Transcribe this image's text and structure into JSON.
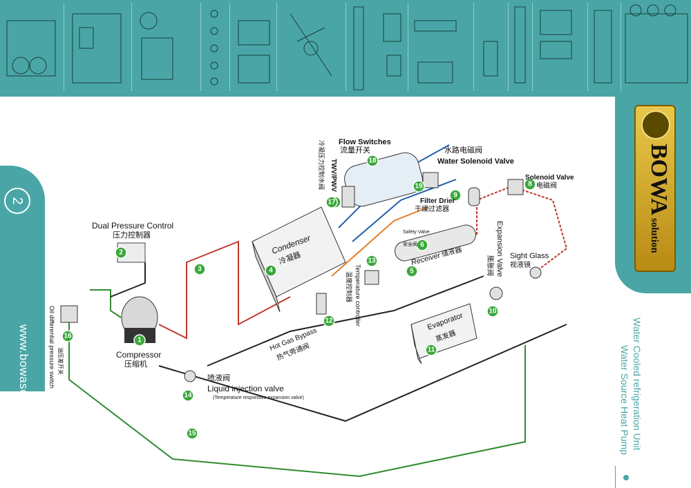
{
  "page": {
    "number": "2",
    "website": "www.bowasolution.com"
  },
  "brand": {
    "name": "BOWA",
    "suffix": "solution"
  },
  "side_titles": [
    "Water Cooled refrigeration Unit",
    "Water Source Heat Pump"
  ],
  "colors": {
    "teal": "#4aa6a6",
    "green_pipe": "#2e8b2e",
    "red_pipe": "#c0392b",
    "orange_pipe": "#e67e22",
    "blue_pipe": "#1f5fa8"
  },
  "labels": {
    "compressor_en": "Compressor",
    "compressor_cn": "压缩机",
    "dpc_en": "Dual Pressure Control",
    "dpc_cn": "压力控制器",
    "condenser_en": "Condenser",
    "condenser_cn": "冷凝器",
    "receiver_en": "Receiver",
    "receiver_cn": "储液器",
    "evaporator_en": "Evaporator",
    "evaporator_cn": "蒸发器",
    "flow_en": "Flow Switches",
    "flow_cn": "流量开关",
    "wsv_cn": "水路电磁阀",
    "wsv_en": "Water Solenoid Valve",
    "filter_en": "Filter Drier",
    "filter_cn": "干燥过滤器",
    "sv_en": "Solenoid Valve",
    "sv_cn": "电磁阀",
    "ev_en": "Expansion Valve",
    "ev_cn": "膨胀阀",
    "sg_en": "Sight Glass",
    "sg_cn": "视液镜",
    "twv_en": "TWV/PWV",
    "twv_cn": "冷凝压力控制水阀",
    "safety_en": "Safety Valve",
    "safety_cn": "安全阀",
    "tc_en": "Temperature controller",
    "tc_cn": "温度控制器",
    "hgb_en": "Hot Gas Bypass",
    "hgb_cn": "热气旁通阀",
    "liv_cn": "喷液阀",
    "liv_en": "Liquid injection valve",
    "liv_sub": "(Temperature responsive expansion valve)",
    "oil_en": "Oil differential pressure switch",
    "oil_cn": "油压差开关"
  },
  "numbers": [
    "1",
    "2",
    "3",
    "4",
    "5",
    "6",
    "7",
    "8",
    "9",
    "10",
    "11",
    "12",
    "13",
    "14",
    "15",
    "16",
    "17",
    "18",
    "19"
  ]
}
